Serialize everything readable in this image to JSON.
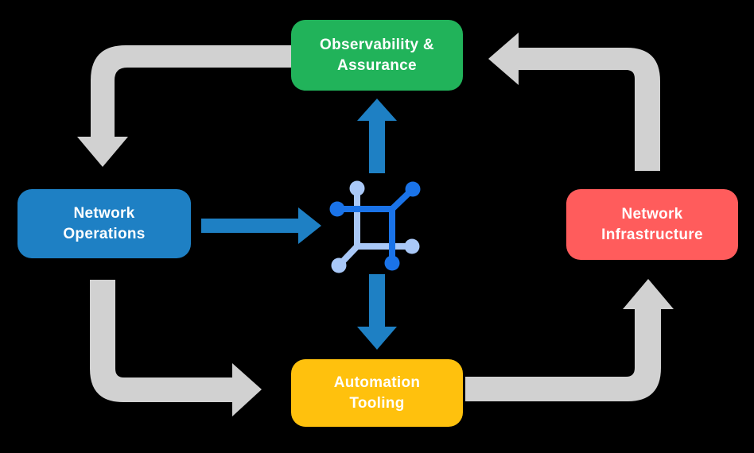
{
  "diagram_title": "network-automation-cycle",
  "colors": {
    "background": "#000000",
    "node_green": "#21b35a",
    "node_blue": "#1e80c4",
    "node_red": "#ff5c5c",
    "node_yellow": "#ffc10d",
    "arrow_gray": "#d1d1d1",
    "arrow_blue": "#1e80c4",
    "icon_dark": "#1a73e8",
    "icon_light": "#a9c8f7",
    "text": "#ffffff"
  },
  "nodes": {
    "observability": {
      "label": "Observability &\nAssurance",
      "color": "#21b35a"
    },
    "operations": {
      "label": "Network\nOperations",
      "color": "#1e80c4"
    },
    "infrastructure": {
      "label": "Network\nInfrastructure",
      "color": "#ff5c5c"
    },
    "automation": {
      "label": "Automation\nTooling",
      "color": "#ffc10d"
    }
  },
  "center_icon": {
    "name": "network-mesh-icon",
    "dark": "#1a73e8",
    "light": "#a9c8f7"
  },
  "flows": [
    {
      "from": "Observability & Assurance",
      "to": "Network Operations",
      "color": "#d1d1d1",
      "shape": "elbow"
    },
    {
      "from": "Network Operations",
      "to": "Automation Tooling",
      "color": "#d1d1d1",
      "shape": "elbow"
    },
    {
      "from": "Automation Tooling",
      "to": "Network Infrastructure",
      "color": "#d1d1d1",
      "shape": "elbow"
    },
    {
      "from": "Network Infrastructure",
      "to": "Observability & Assurance",
      "color": "#d1d1d1",
      "shape": "elbow"
    },
    {
      "from": "Network Operations",
      "to": "center-icon",
      "color": "#1e80c4",
      "shape": "straight"
    },
    {
      "from": "center-icon",
      "to": "Observability & Assurance",
      "color": "#1e80c4",
      "shape": "straight"
    },
    {
      "from": "center-icon",
      "to": "Automation Tooling",
      "color": "#1e80c4",
      "shape": "straight"
    }
  ]
}
